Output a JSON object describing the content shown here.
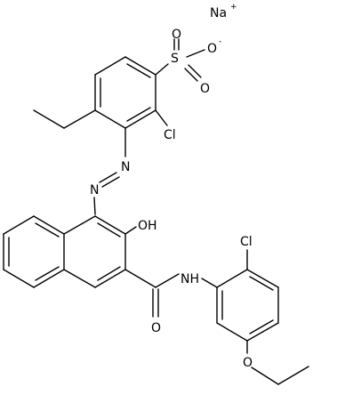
{
  "structure": {
    "counterion": {
      "symbol": "Na",
      "charge": "+"
    },
    "sulfonate": {
      "sulfur": "S",
      "oxygen_top": "O",
      "oxygen_charged": "O",
      "oxygen_charge": "-",
      "oxygen_bottom": "O"
    },
    "chloro_1": "Cl",
    "chloro_2": "Cl",
    "azo_n1": "N",
    "azo_n2": "N",
    "hydroxyl": "OH",
    "amide_nh": "NH",
    "amide_o": "O",
    "ether_o": "O"
  }
}
